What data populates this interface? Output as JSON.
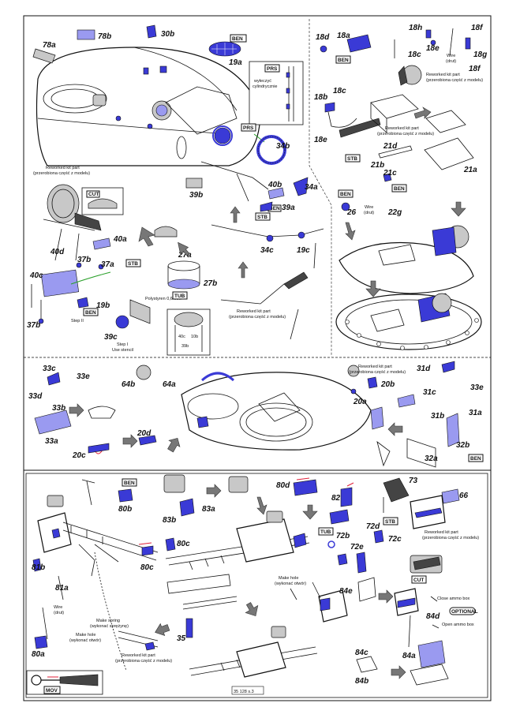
{
  "labels": {
    "p78a": "78a",
    "p78b": "78b",
    "p30b": "30b",
    "p19a": "19a",
    "p34b": "34b",
    "p34a": "34a",
    "p40b": "40b",
    "p39a": "39a",
    "p39b": "39b",
    "p40a": "40a",
    "p40d": "40d",
    "p37b_1": "37b",
    "p37a": "37a",
    "p40c": "40c",
    "p37b_2": "37b",
    "p19b": "19b",
    "p39c": "39c",
    "p27a": "27a",
    "p27b": "27b",
    "p34c": "34c",
    "p19c": "19c",
    "p18d": "18d",
    "p18a": "18a",
    "p18h": "18h",
    "p18f_1": "18f",
    "p18e_1": "18e",
    "p18c_1": "18c",
    "p18g": "18g",
    "p18f_2": "18f",
    "p18b": "18b",
    "p18c_2": "18c",
    "p18e_2": "18e",
    "p21d": "21d",
    "p21b": "21b",
    "p21c": "21c",
    "p21a": "21a",
    "p26": "26",
    "p22g": "22g",
    "p33c": "33c",
    "p33e_1": "33e",
    "p33d": "33d",
    "p33b": "33b",
    "p33a": "33a",
    "p64b": "64b",
    "p64a": "64a",
    "p20b": "20b",
    "p20a": "20a",
    "p31d": "31d",
    "p31c": "31c",
    "p33e_2": "33e",
    "p31b": "31b",
    "p31a": "31a",
    "p20d": "20d",
    "p20c": "20c",
    "p32b": "32b",
    "p32a": "32a",
    "p80b": "80b",
    "p83b": "83b",
    "p83a": "83a",
    "p80d": "80d",
    "p82": "82",
    "p73": "73",
    "p66": "66",
    "p80c_1": "80c",
    "p80c_2": "80c",
    "p72b": "72b",
    "p72d": "72d",
    "p72e": "72e",
    "p72c": "72c",
    "p81b": "81b",
    "p81a": "81a",
    "p80a": "80a",
    "p35": "35",
    "p84e": "84e",
    "p84d": "84d",
    "p84a": "84a",
    "p84c": "84c",
    "p84b": "84b"
  },
  "tags": {
    "ben_19a": "BEN",
    "prs_box": "PRS",
    "prs_34b": "PRS",
    "stb_39a": "STB",
    "ben_39a": "BEN",
    "cut_1": "CUT",
    "stb_37a": "STB",
    "ben_19b": "BEN",
    "tub_27b": "TUB",
    "ben_18a": "BEN",
    "stb_21b": "STB",
    "ben_21c": "BEN",
    "ben_26": "BEN",
    "ben_32b": "BEN",
    "ben_80b": "BEN",
    "stb_82": "STB",
    "tub_72b": "TUB",
    "cut_73": "CUT",
    "optional": "OPTIONAL",
    "mov": "MOV"
  },
  "captions": {
    "prs_note_1": "wyłeczyć",
    "prs_note_2": "cylindrycznie",
    "reworked_1_a": "Reworked kit part",
    "reworked_1_b": "(przerobiona część z modelu)",
    "reworked_2_a": "Reworked kit part",
    "reworked_2_b": "(przerobiona część z modelu)",
    "reworked_3_a": "Reworked kit part",
    "reworked_3_b": "(przerobiona część z modelu)",
    "reworked_4_a": "Reworked kit part",
    "reworked_4_b": "(przerobiona część z modelu)",
    "reworked_5_a": "Reworked kit part",
    "reworked_5_b": "(przerobiona część z modelu)",
    "reworked_6_a": "Reworked kit part",
    "reworked_6_b": "(przerobiona część z modelu)",
    "reworked_7_a": "Reworked kit part",
    "reworked_7_b": "(przerobiona część z modelu)",
    "polystyrene": "Polystyren 0,6 mm",
    "step1_a": "Step I",
    "step1_b": "Use  stencil",
    "step2": "Step II",
    "wire_1_a": "Wire",
    "wire_1_b": "(drut)",
    "wire_2_a": "Wire",
    "wire_2_b": "(drut)",
    "wire_3_a": "Wire",
    "wire_3_b": "(drut)",
    "make_spring_a": "Make spring",
    "make_spring_b": "(wykonać sprężynę)",
    "make_hole_1_a": "Make hole",
    "make_hole_1_b": "(wykonać otwór)",
    "make_hole_2_a": "Make hole",
    "make_hole_2_b": "(wykonać otwór)",
    "close_ammo": "Close ammo box",
    "open_ammo": "Open ammo box",
    "dim_40c": "40c",
    "dim_39b": "39b",
    "dim_10b": "10b",
    "page_ref": "35 128 s.3"
  },
  "colors": {
    "etched_part": "#3a3ad6",
    "etched_part_light": "#9a9af0",
    "outline": "#111111",
    "kit_part": "#c8c8c8",
    "marker_red": "#e0203a",
    "wire_green": "#2aa02a"
  }
}
